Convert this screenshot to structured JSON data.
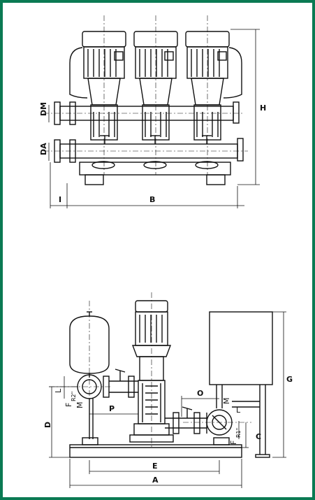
{
  "colors": {
    "frame": "#0a7a53",
    "ink": "#111111",
    "paper": "#ffffff"
  },
  "top_view": {
    "labels": {
      "dm": "DM",
      "da": "DA",
      "h": "H",
      "b": "B",
      "i": "I"
    }
  },
  "side_view": {
    "labels": {
      "d": "D",
      "l_left": "L",
      "m_left": "M",
      "f_left": "F",
      "f_left_sub": "R2\"",
      "p": "P",
      "o": "O",
      "m_right": "M",
      "l_right": "L",
      "f_right": "F",
      "f_right_sub": "R1\"",
      "c": "C",
      "g": "G",
      "e": "E",
      "a": "A"
    }
  }
}
